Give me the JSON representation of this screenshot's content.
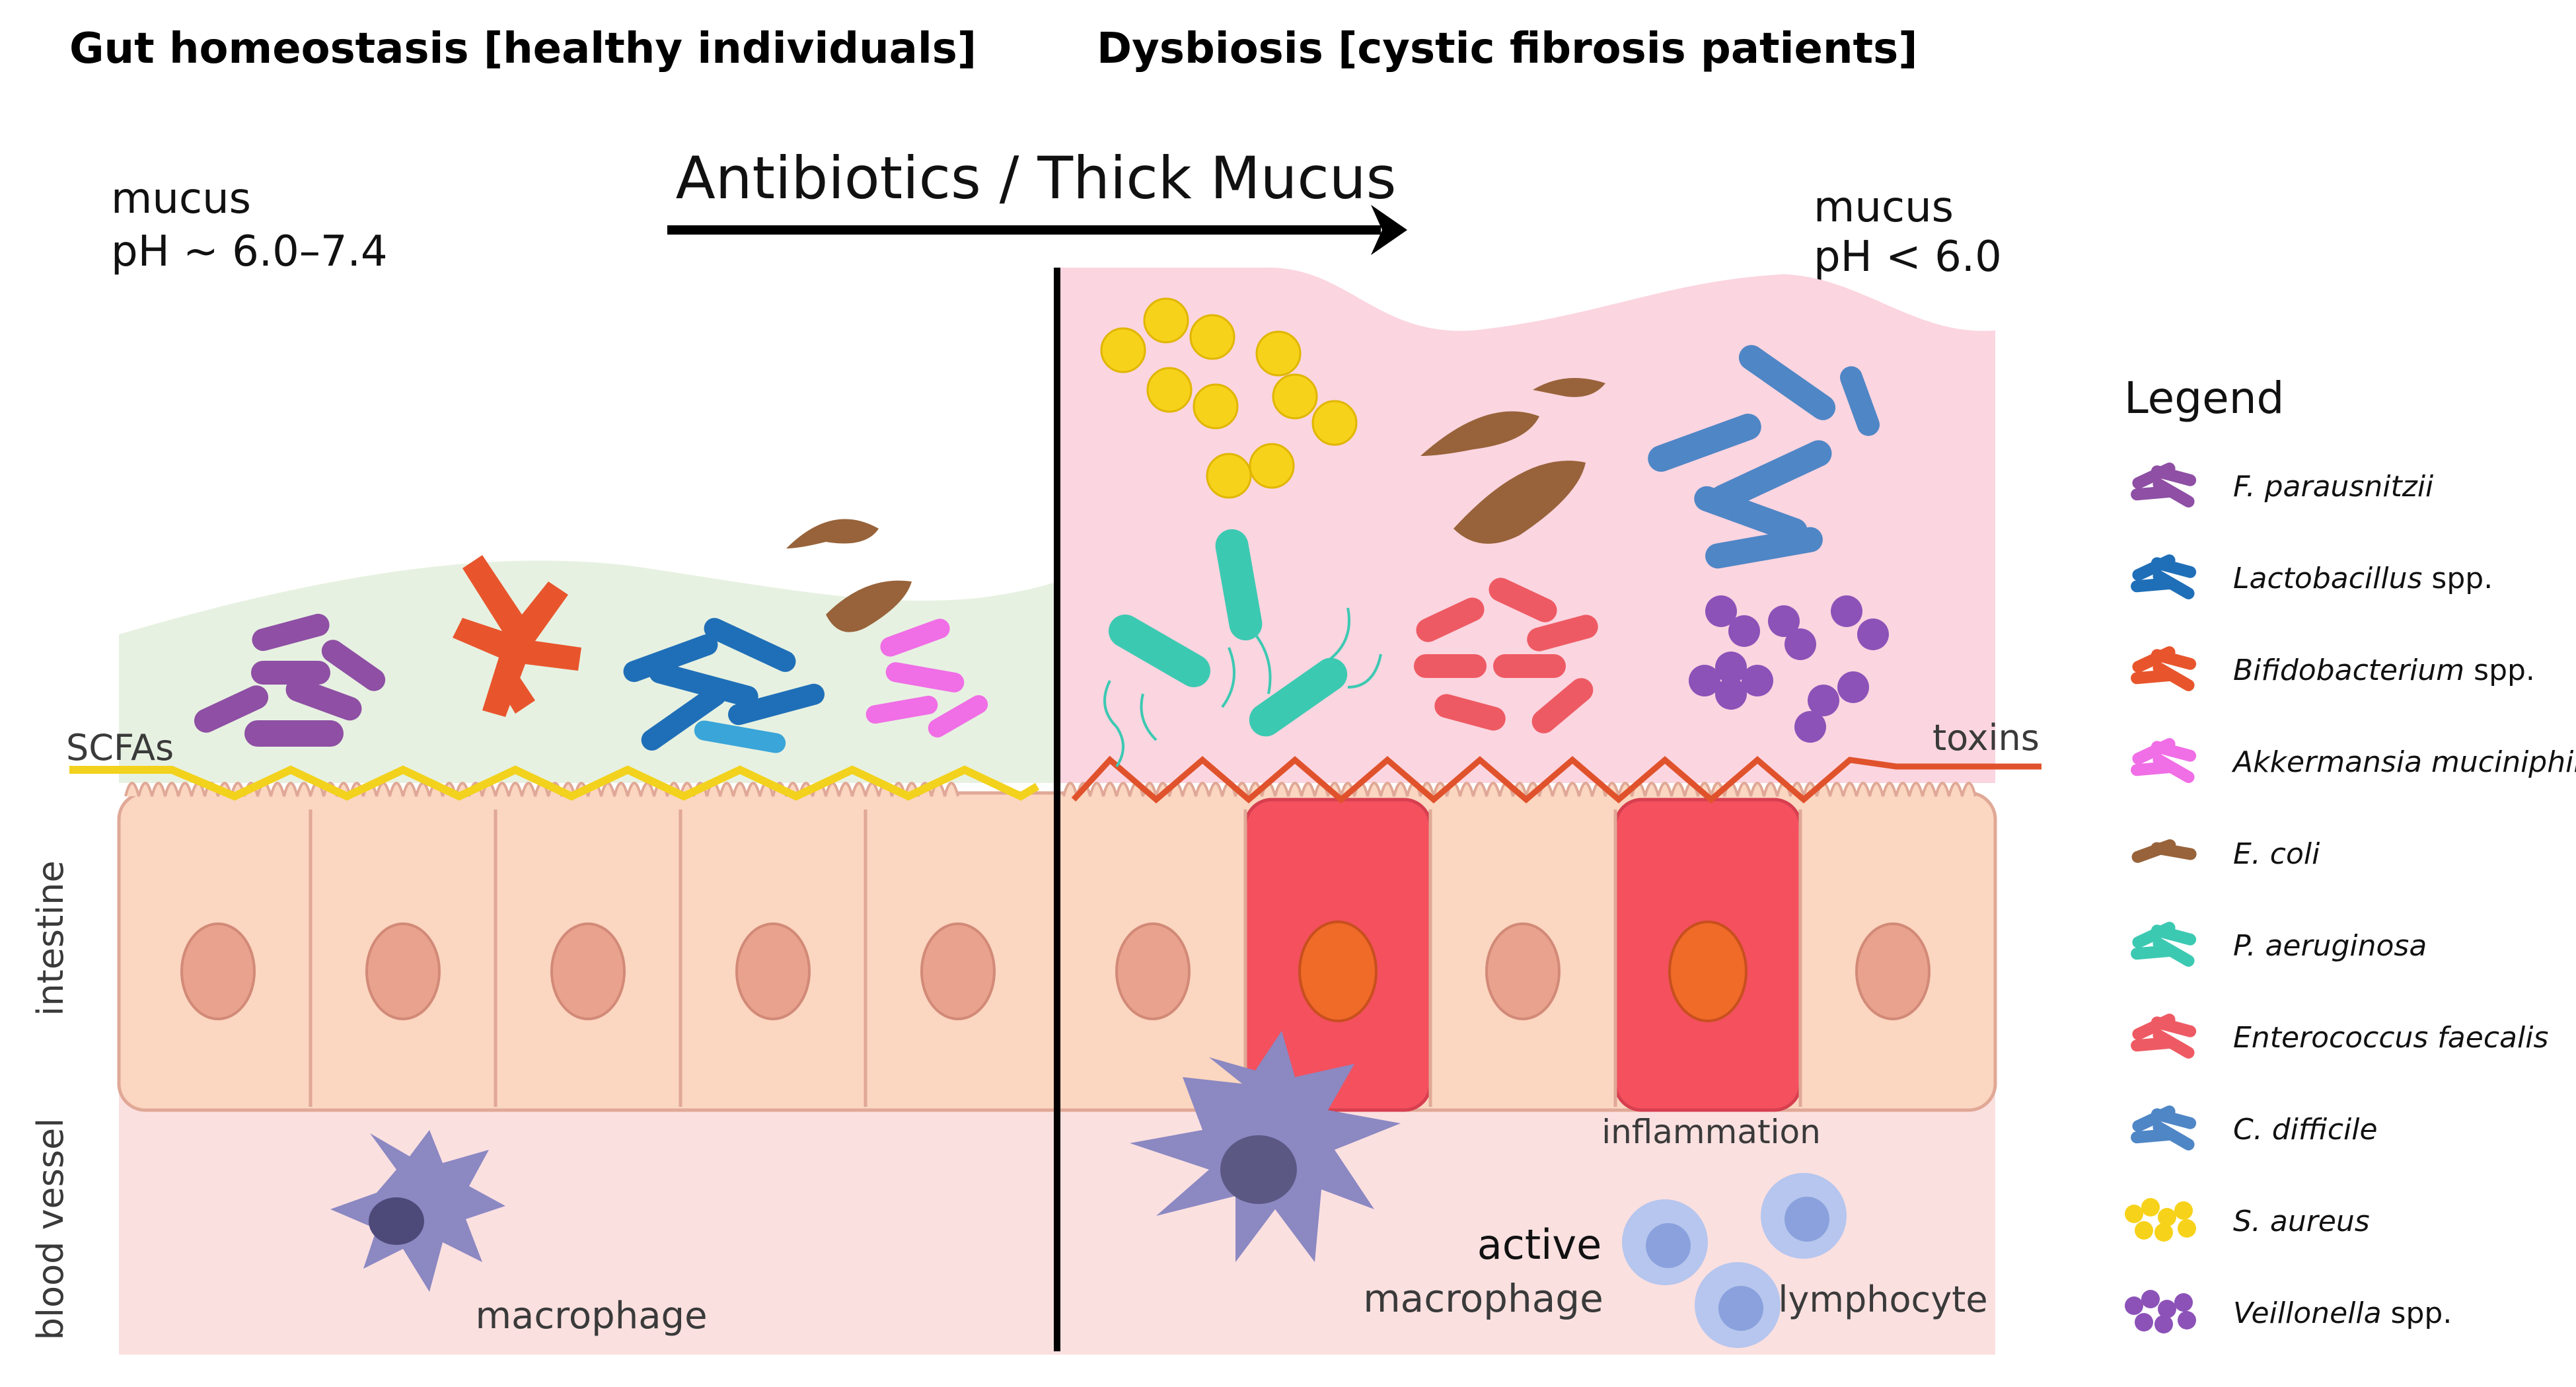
{
  "headings": {
    "left": "Gut homeostasis [healthy individuals]",
    "right": "Dysbiosis [cystic fibrosis patients]"
  },
  "arrow_label": "Antibiotics / Thick Mucus",
  "left_panel": {
    "mucus_line1": "mucus",
    "mucus_line2": "pH ~ 6.0–7.4",
    "scfas": "SCFAs",
    "macrophage": "macrophage"
  },
  "right_panel": {
    "mucus_line1": "mucus",
    "mucus_line2": "pH < 6.0",
    "toxins": "toxins",
    "inflammation": "inflammation",
    "active_line1": "active",
    "active_line2": "macrophage",
    "lymphocyte": "lymphocyte"
  },
  "side_labels": {
    "intestine": "intestine",
    "blood_vessel": "blood vessel"
  },
  "legend": {
    "title": "Legend",
    "items": [
      {
        "italic": "F. parausnitzii",
        "suffix": "",
        "color": "#8e4fa4",
        "icon": "rod-cluster-icon"
      },
      {
        "italic": "Lactobacillus",
        "suffix": " spp.",
        "color": "#1f6fb8",
        "icon": "rod-cluster-icon"
      },
      {
        "italic": "Bifidobacterium",
        "suffix": " spp.",
        "color": "#e8552d",
        "icon": "branched-rod-icon"
      },
      {
        "italic": "Akkermansia muciniphila",
        "suffix": "",
        "color": "#f06ee6",
        "icon": "flagellated-rod-icon"
      },
      {
        "italic": "E. coli",
        "suffix": "",
        "color": "#98633a",
        "icon": "curved-rod-icon"
      },
      {
        "italic": "P. aeruginosa",
        "suffix": "",
        "color": "#3cc9b2",
        "icon": "flagellated-rod-icon"
      },
      {
        "italic": "Enterococcus faecalis",
        "suffix": "",
        "color": "#ee5a63",
        "icon": "rod-cluster-icon"
      },
      {
        "italic": "C. difficile",
        "suffix": "",
        "color": "#4f86c6",
        "icon": "rod-cluster-icon"
      },
      {
        "italic": "S. aureus",
        "suffix": "",
        "color": "#f7d21a",
        "icon": "cocci-cluster-icon"
      },
      {
        "italic": "Veillonella",
        "suffix": " spp.",
        "color": "#8c52b8",
        "icon": "cocci-cluster-icon"
      }
    ]
  },
  "colors": {
    "mucus_healthy": "#e7f1e1",
    "mucus_dysbiosis": "#fbd5e0",
    "epithelium": "#fbd6c0",
    "inflamed_cell": "#f4505e",
    "blood": "#fbe0e0",
    "scfa_line": "#f2d21c",
    "toxin_line": "#e0522c",
    "macrophage": "#8b88c2"
  }
}
